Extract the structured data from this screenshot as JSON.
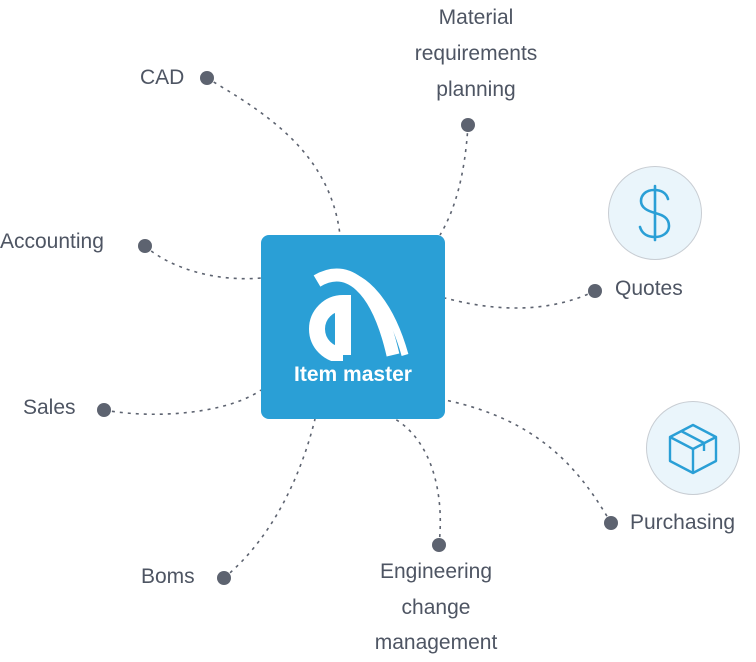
{
  "hub": {
    "title": "Item master",
    "logo_icon": "brand-a-logo-icon",
    "color": "#2a9fd6"
  },
  "nodes": [
    {
      "id": "cad",
      "label": "CAD"
    },
    {
      "id": "mrp",
      "lines": [
        "Material",
        "requirements",
        "planning"
      ]
    },
    {
      "id": "accounting",
      "label": "Accounting"
    },
    {
      "id": "quotes",
      "label": "Quotes",
      "icon": "dollar-icon"
    },
    {
      "id": "sales",
      "label": "Sales"
    },
    {
      "id": "purchasing",
      "label": "Purchasing",
      "icon": "package-box-icon"
    },
    {
      "id": "boms",
      "label": "Boms"
    },
    {
      "id": "ecm",
      "lines": [
        "Engineering",
        "change",
        "management"
      ]
    }
  ],
  "colors": {
    "dot": "#5d6370",
    "line": "#5d6370",
    "text": "#4e5563",
    "icon": "#2a9fd6",
    "badge_bg": "#eaf5fb"
  }
}
